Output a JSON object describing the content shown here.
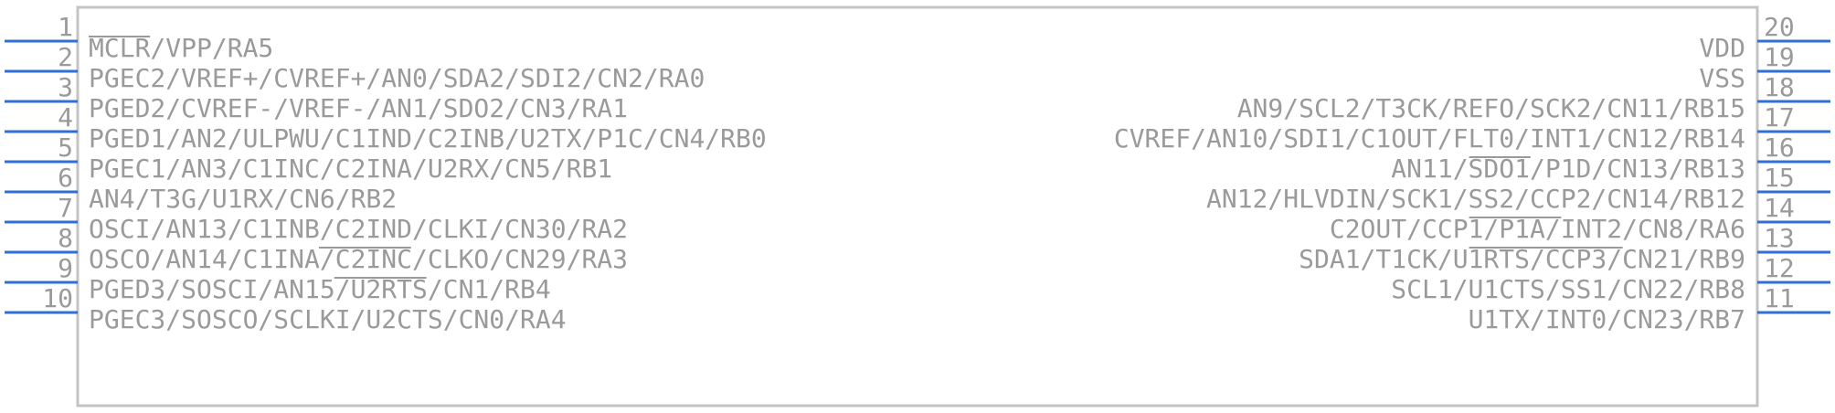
{
  "component": {
    "left_pins": [
      {
        "number": "1",
        "label": "MCLR/VPP/RA5",
        "overbar": [
          0,
          4
        ]
      },
      {
        "number": "2",
        "label": "PGEC2/VREF+/CVREF+/AN0/SDA2/SDI2/CN2/RA0"
      },
      {
        "number": "3",
        "label": "PGED2/CVREF-/VREF-/AN1/SDO2/CN3/RA1"
      },
      {
        "number": "4",
        "label": "PGED1/AN2/ULPWU/C1IND/C2INB/U2TX/P1C/CN4/RB0"
      },
      {
        "number": "5",
        "label": "PGEC1/AN3/C1INC/C2INA/U2RX/CN5/RB1"
      },
      {
        "number": "6",
        "label": "AN4/T3G/U1RX/CN6/RB2"
      },
      {
        "number": "7",
        "label": "OSCI/AN13/C1INB/C2IND/CLKI/CN30/RA2"
      },
      {
        "number": "8",
        "label": "OSCO/AN14/C1INA/C2INC/CLKO/CN29/RA3",
        "overbar": [
          15,
          21
        ]
      },
      {
        "number": "9",
        "label": "PGED3/SOSCI/AN15/U2RTS/CN1/RB4",
        "overbar": [
          16,
          22
        ]
      },
      {
        "number": "10",
        "label": "PGEC3/SOSCO/SCLKI/U2CTS/CN0/RA4"
      }
    ],
    "right_pins": [
      {
        "number": "20",
        "label": "VDD"
      },
      {
        "number": "19",
        "label": "VSS"
      },
      {
        "number": "18",
        "label": "AN9/SCL2/T3CK/REFO/SCK2/CN11/RB15"
      },
      {
        "number": "17",
        "label": "CVREF/AN10/SDI1/C1OUT/FLT0/INT1/CN12/RB14"
      },
      {
        "number": "16",
        "label": "AN11/SDO1/P1D/CN13/RB13",
        "overbar": [
          5,
          9
        ]
      },
      {
        "number": "15",
        "label": "AN12/HLVDIN/SCK1/SS2/CCP2/CN14/RB12"
      },
      {
        "number": "14",
        "label": "C2OUT/CCP1/P1A/INT2/CN8/RA6",
        "overbar": [
          9,
          15
        ]
      },
      {
        "number": "13",
        "label": "SDA1/T1CK/U1RTS/CCP3/CN21/RB9",
        "overbar": [
          11,
          21
        ]
      },
      {
        "number": "12",
        "label": "SCL1/U1CTS/SS1/CN22/RB8"
      },
      {
        "number": "11",
        "label": "U1TX/INT0/CN23/RB7"
      }
    ]
  }
}
